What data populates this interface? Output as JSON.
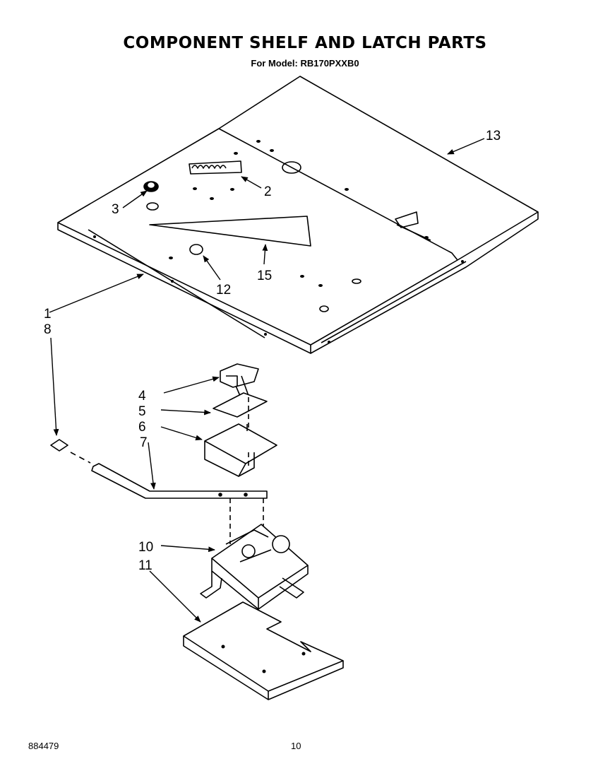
{
  "header": {
    "title": "COMPONENT SHELF AND LATCH PARTS",
    "subtitle": "For Model: RB170PXXB0"
  },
  "callouts": {
    "c1": "1",
    "c2": "2",
    "c3": "3",
    "c4": "4",
    "c5": "5",
    "c6": "6",
    "c7": "7",
    "c8": "8",
    "c10": "10",
    "c11": "11",
    "c12": "12",
    "c13": "13",
    "c15": "15"
  },
  "footer": {
    "doc_number": "884479",
    "page_number": "10"
  },
  "colors": {
    "ink": "#000000",
    "paper": "#ffffff"
  }
}
